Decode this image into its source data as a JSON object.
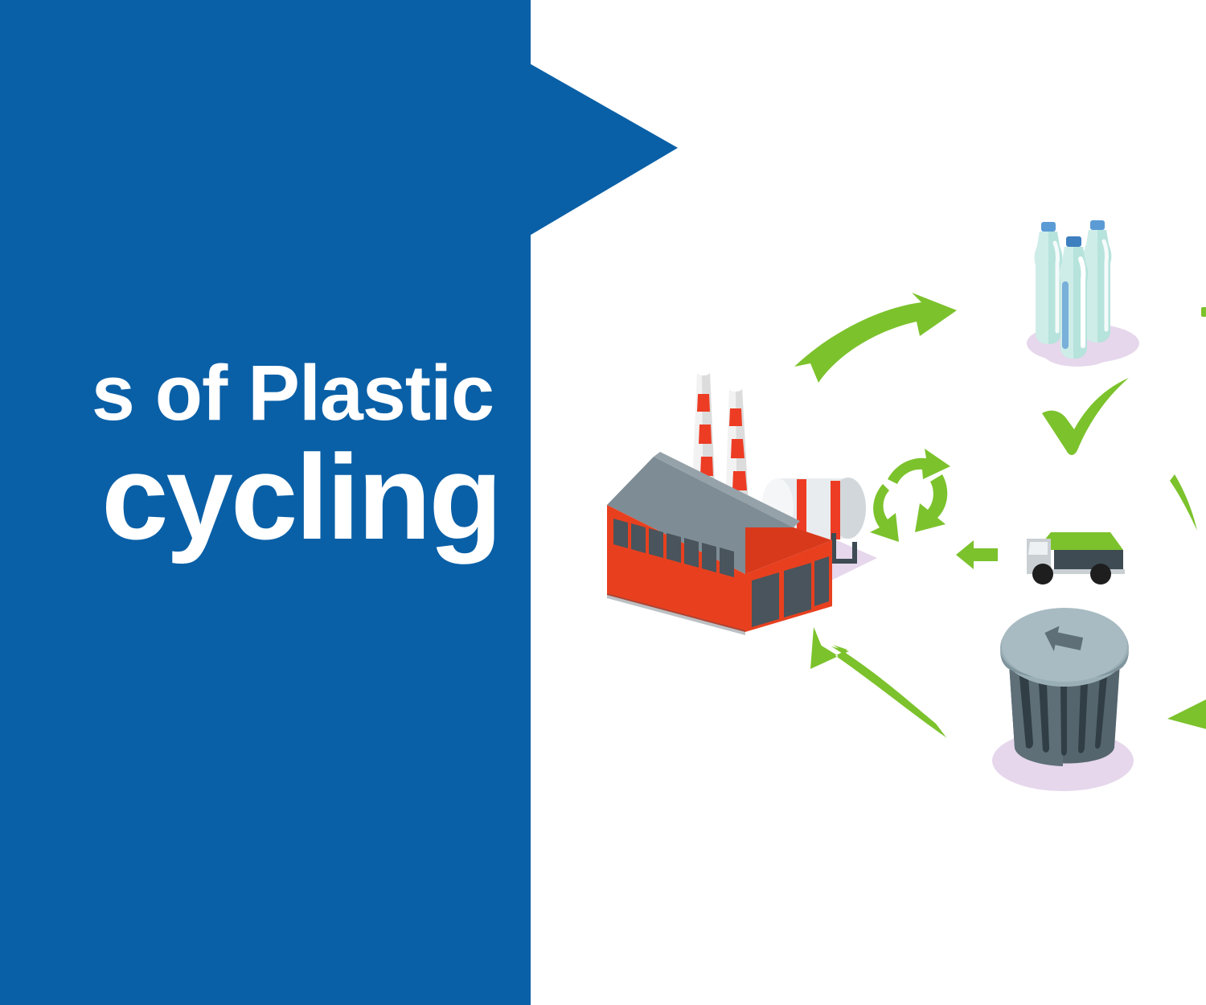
{
  "banner": {
    "background_color": "#ffffff",
    "panel": {
      "color": "#0A60A7",
      "shape": "rectangle-with-right-pointing-triangle-tab"
    },
    "headline": {
      "line1": "s of Plastic",
      "line2": "cycling",
      "note_cropped": "left edge of headline is cut off by the image crop",
      "text_color": "#ffffff"
    }
  },
  "illustration": {
    "title": "plastic recycling cycle",
    "accent_green": "#7CC22C",
    "shadow_color": "#E6D7EC",
    "nodes": [
      {
        "name": "factory",
        "label": "recycling factory",
        "colors": {
          "roof": "#7E8C95",
          "wall": "#E8401F",
          "window": "#49545C",
          "chimney_stripe_a": "#F4F4F4",
          "chimney_stripe_b": "#ED3C24",
          "tank": "#E9ECEE"
        }
      },
      {
        "name": "plastic-bottles",
        "label": "plastic bottles",
        "count": 3,
        "colors": {
          "body": "#B6E3DC",
          "body_light": "#CFEDE8",
          "cap": "#5B9BD5",
          "highlight": "#FFFFFF"
        }
      },
      {
        "name": "garbage-truck",
        "label": "collection truck",
        "colors": {
          "cab": "#C9CFD3",
          "body_top": "#7CC22C",
          "body_bottom": "#3E4B53",
          "wheel": "#1E1E1E"
        }
      },
      {
        "name": "trash-can",
        "label": "waste bin",
        "colors": {
          "lid": "#9AAEB5",
          "body": "#55656E",
          "ribs": "#313E45"
        }
      }
    ],
    "symbols": [
      {
        "name": "recycle-symbol",
        "label": "recycle",
        "color": "#7CC22C"
      },
      {
        "name": "checkmark",
        "label": "approved",
        "color": "#7CC22C"
      }
    ],
    "arrows": [
      {
        "name": "arrow-factory-to-bottles",
        "direction": "up-right",
        "color": "#7CC22C"
      },
      {
        "name": "arrow-bin-to-factory",
        "direction": "up-left",
        "color": "#7CC22C"
      },
      {
        "name": "arrow-truck-left",
        "direction": "left",
        "color": "#7CC22C"
      },
      {
        "name": "arrow-right-edge-upper",
        "direction": "down-left",
        "color": "#7CC22C",
        "cropped": "true"
      },
      {
        "name": "arrow-right-edge-lower",
        "direction": "left",
        "color": "#7CC22C",
        "cropped": "true"
      }
    ]
  }
}
